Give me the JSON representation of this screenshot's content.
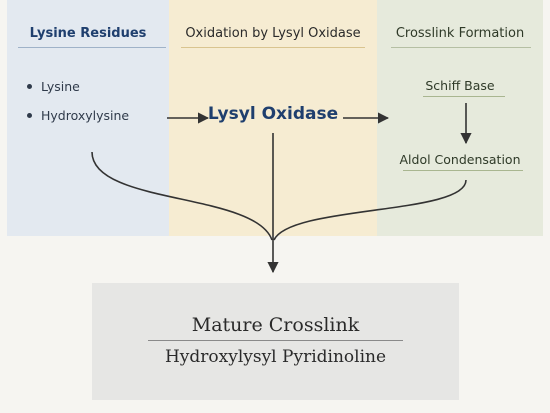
{
  "panels": {
    "lysine": {
      "title": "Lysine Residues",
      "items": [
        "Lysine",
        "Hydroxylysine"
      ]
    },
    "oxidation": {
      "title": "Oxidation by Lysyl Oxidase",
      "enzyme": "Lysyl Oxidase"
    },
    "crosslink": {
      "title": "Crosslink Formation",
      "steps": [
        "Schiff Base",
        "Aldol Condensation"
      ]
    }
  },
  "result": {
    "title": "Mature Crosslink",
    "subtitle": "Hydroxylysyl Pyridinoline"
  },
  "colors": {
    "lysine_panel": "#e3e9f0",
    "oxidation_panel": "#f6ecd2",
    "crosslink_panel": "#e6eadc",
    "result_box": "#e6e6e4",
    "accent_blue": "#1f3f6e",
    "arrow": "#333333"
  }
}
